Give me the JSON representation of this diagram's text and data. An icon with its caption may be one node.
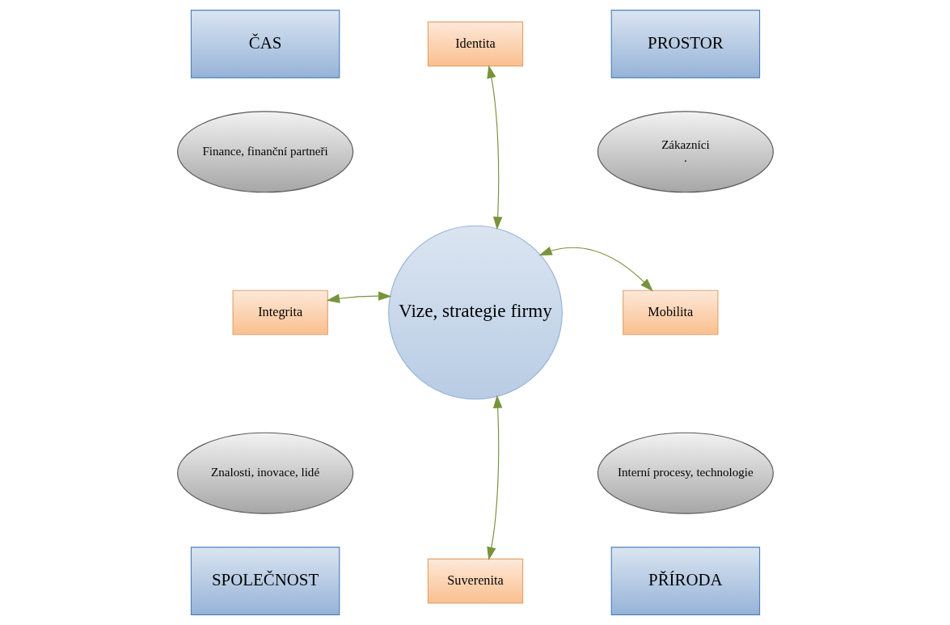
{
  "diagram": {
    "nodes": [
      {
        "text": [
          "ČAS"
        ]
      },
      {
        "text": [
          "Identita"
        ]
      },
      {
        "text": [
          "PROSTOR"
        ]
      },
      {
        "text": [
          "Finance, finanční partneři"
        ]
      },
      {
        "text": [
          "Zákazníci",
          "."
        ]
      },
      {
        "text": [
          "Integrita"
        ]
      },
      {
        "text": [
          "Vize, strategie firmy"
        ]
      },
      {
        "text": [
          "Mobilita"
        ]
      },
      {
        "text": [
          "Znalosti, inovace, lidé"
        ]
      },
      {
        "text": [
          "Interní procesy, technologie"
        ]
      },
      {
        "text": [
          "SPOLEČNOST"
        ]
      },
      {
        "text": [
          "Suverenita"
        ]
      },
      {
        "text": [
          "PŘÍRODA"
        ]
      }
    ],
    "edges": [
      {
        "from": 6,
        "to": 1,
        "arrow": "both",
        "color": "#77933c"
      },
      {
        "from": 6,
        "to": 5,
        "arrow": "both",
        "color": "#77933c"
      },
      {
        "from": 6,
        "to": 7,
        "arrow": "both",
        "color": "#77933c"
      },
      {
        "from": 6,
        "to": 11,
        "arrow": "both",
        "color": "#77933c"
      }
    ]
  }
}
